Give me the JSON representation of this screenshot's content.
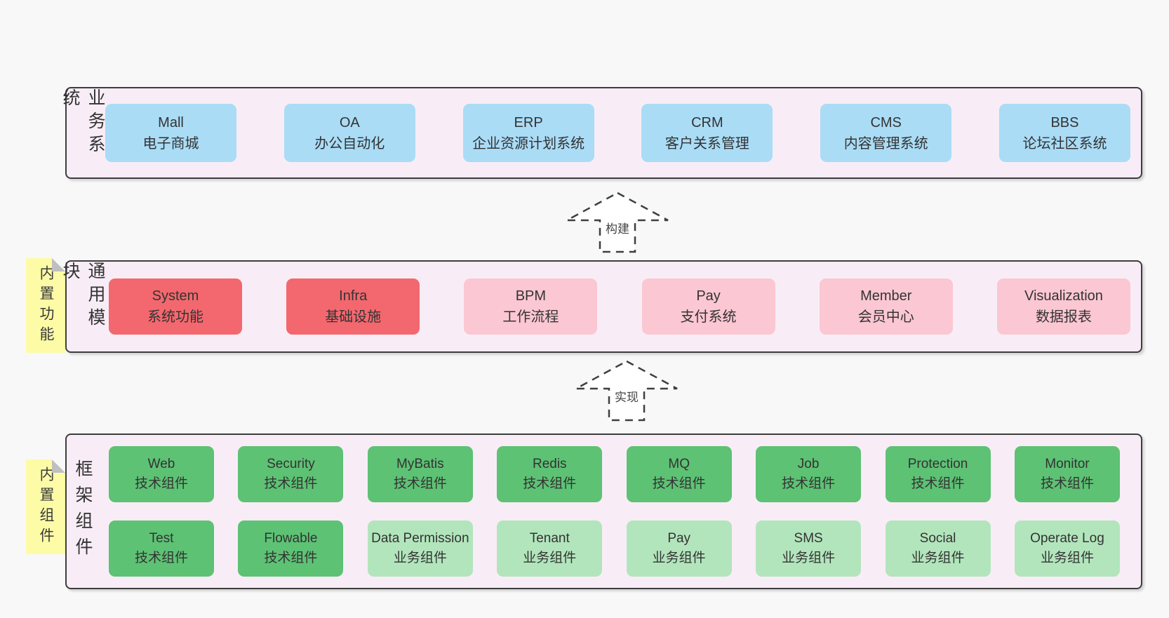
{
  "bands": [
    {
      "label": "业务系统",
      "boxes": [
        {
          "name": "Mall",
          "subtitle": "电子商城"
        },
        {
          "name": "OA",
          "subtitle": "办公自动化"
        },
        {
          "name": "ERP",
          "subtitle": "企业资源计划系统"
        },
        {
          "name": "CRM",
          "subtitle": "客户关系管理"
        },
        {
          "name": "CMS",
          "subtitle": "内容管理系统"
        },
        {
          "name": "BBS",
          "subtitle": "论坛社区系统"
        }
      ]
    },
    {
      "label": "通用模块",
      "note": "内置功能",
      "boxes": [
        {
          "name": "System",
          "subtitle": "系统功能"
        },
        {
          "name": "Infra",
          "subtitle": "基础设施"
        },
        {
          "name": "BPM",
          "subtitle": "工作流程"
        },
        {
          "name": "Pay",
          "subtitle": "支付系统"
        },
        {
          "name": "Member",
          "subtitle": "会员中心"
        },
        {
          "name": "Visualization",
          "subtitle": "数据报表"
        }
      ]
    },
    {
      "label": "框架组件",
      "note": "内置组件",
      "rows": [
        [
          {
            "name": "Web",
            "subtitle": "技术组件"
          },
          {
            "name": "Security",
            "subtitle": "技术组件"
          },
          {
            "name": "MyBatis",
            "subtitle": "技术组件"
          },
          {
            "name": "Redis",
            "subtitle": "技术组件"
          },
          {
            "name": "MQ",
            "subtitle": "技术组件"
          },
          {
            "name": "Job",
            "subtitle": "技术组件"
          },
          {
            "name": "Protection",
            "subtitle": "技术组件"
          },
          {
            "name": "Monitor",
            "subtitle": "技术组件"
          }
        ],
        [
          {
            "name": "Test",
            "subtitle": "技术组件"
          },
          {
            "name": "Flowable",
            "subtitle": "技术组件"
          },
          {
            "name": "Data Permission",
            "subtitle": "业务组件"
          },
          {
            "name": "Tenant",
            "subtitle": "业务组件"
          },
          {
            "name": "Pay",
            "subtitle": "业务组件"
          },
          {
            "name": "SMS",
            "subtitle": "业务组件"
          },
          {
            "name": "Social",
            "subtitle": "业务组件"
          },
          {
            "name": "Operate Log",
            "subtitle": "业务组件"
          }
        ]
      ]
    }
  ],
  "arrows": [
    {
      "label": "构建"
    },
    {
      "label": "实现"
    }
  ],
  "colors": {
    "page_bg": "#f8f8f8",
    "band_bg": "#f8edf6",
    "border": "#3d3d3d",
    "text": "#333333",
    "blue": "#aadcf6",
    "red": "#f3686e",
    "pink": "#fbc7d2",
    "green": "#5dc274",
    "light_green": "#b2e5bc",
    "note_yellow": "#fdfba6",
    "fold_gray": "#bfbfbf"
  }
}
